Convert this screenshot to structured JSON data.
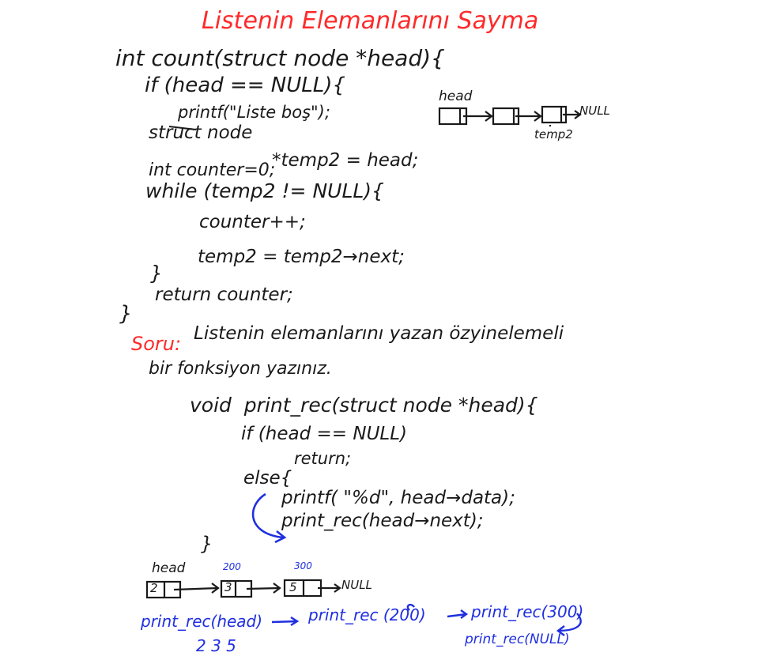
{
  "title": "Listenin Elemanlarını Sayma",
  "count_code": {
    "l1": "int count(struct node *head){",
    "l2": "if (head == NULL){",
    "l3": "printf(\"Liste boş\");",
    "l4": "struct node",
    "l5_a": "int counter=0;",
    "l5_b": "*temp2 = head;",
    "l6": "while (temp2 != NULL){",
    "l7": "counter++;",
    "l8": "temp2 = temp2→next;",
    "l9": "}",
    "l10": "return counter;",
    "l11": "}"
  },
  "diagram1": {
    "head_label": "head",
    "null_label": "NULL",
    "temp_label": "temp2"
  },
  "question": {
    "label": "Soru:",
    "line1": "Listenin elemanlarını yazan özyinelemeli",
    "line2": "bir fonksiyon yazınız."
  },
  "rec_code": {
    "l1": "void  print_rec(struct node *head){",
    "l2": "if (head == NULL)",
    "l3": "return;",
    "l4": "else{",
    "l5": "printf( \"%d\", head→data);",
    "l6": "print_rec(head→next);",
    "l7": "}"
  },
  "diagram2": {
    "head_label": "head",
    "addr_200": "200",
    "addr_300": "300",
    "node1_value": "2",
    "node2_value": "3",
    "node3_value": "5",
    "null_label": "NULL"
  },
  "trace": {
    "call1": "print_rec(head)",
    "call2": "print_rec (200)",
    "call3": "print_rec(300)",
    "call4": "print_rec(NULL)",
    "output": "2 3 5"
  },
  "colors": {
    "ink": "#1a1a1a",
    "red": "#ff2a2a",
    "blue": "#1f2fe0"
  }
}
